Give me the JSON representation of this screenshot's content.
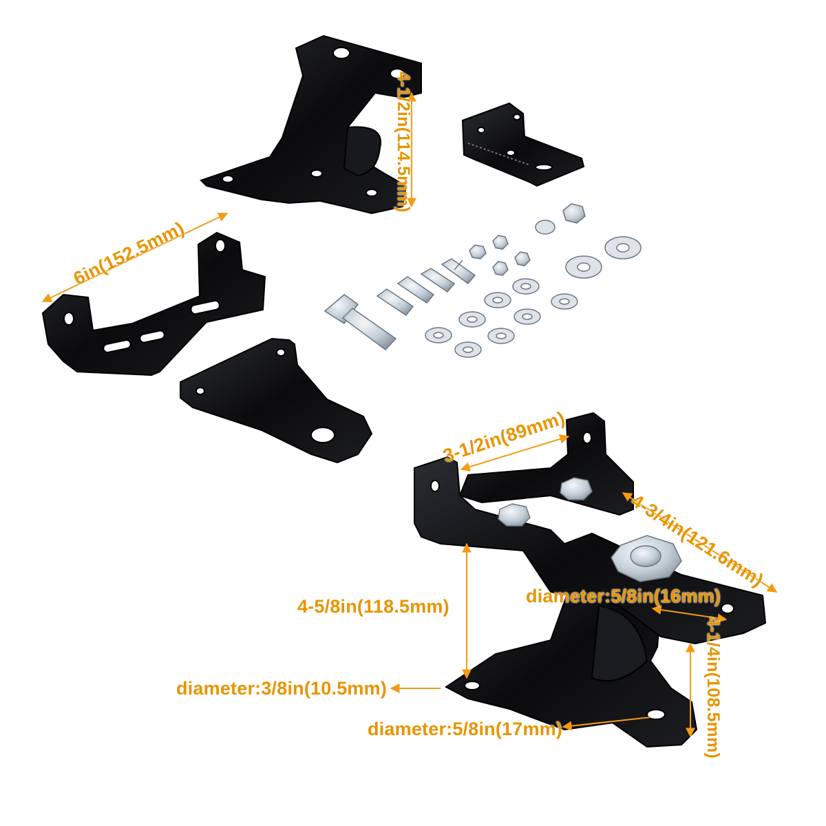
{
  "accent_color": "#f39c12",
  "bracket_color": "#0e0e10",
  "hardware_color": "#c9d3db",
  "dimensions": {
    "top_height": "4-1/2in(114.5mm)",
    "left_width": "6in(152.5mm)",
    "bottom_width": "3-1/2in(89mm)",
    "bottom_right_length": "4-3/4in(121.6mm)",
    "bottom_height": "4-5/8in(118.5mm)",
    "hole_top": "diameter:5/8in(16mm)",
    "bottom_right_height": "4-1/4in(108.5mm)",
    "hole_mid": "diameter:3/8in(10.5mm)",
    "hole_bottom": "diameter:5/8in(17mm)"
  }
}
